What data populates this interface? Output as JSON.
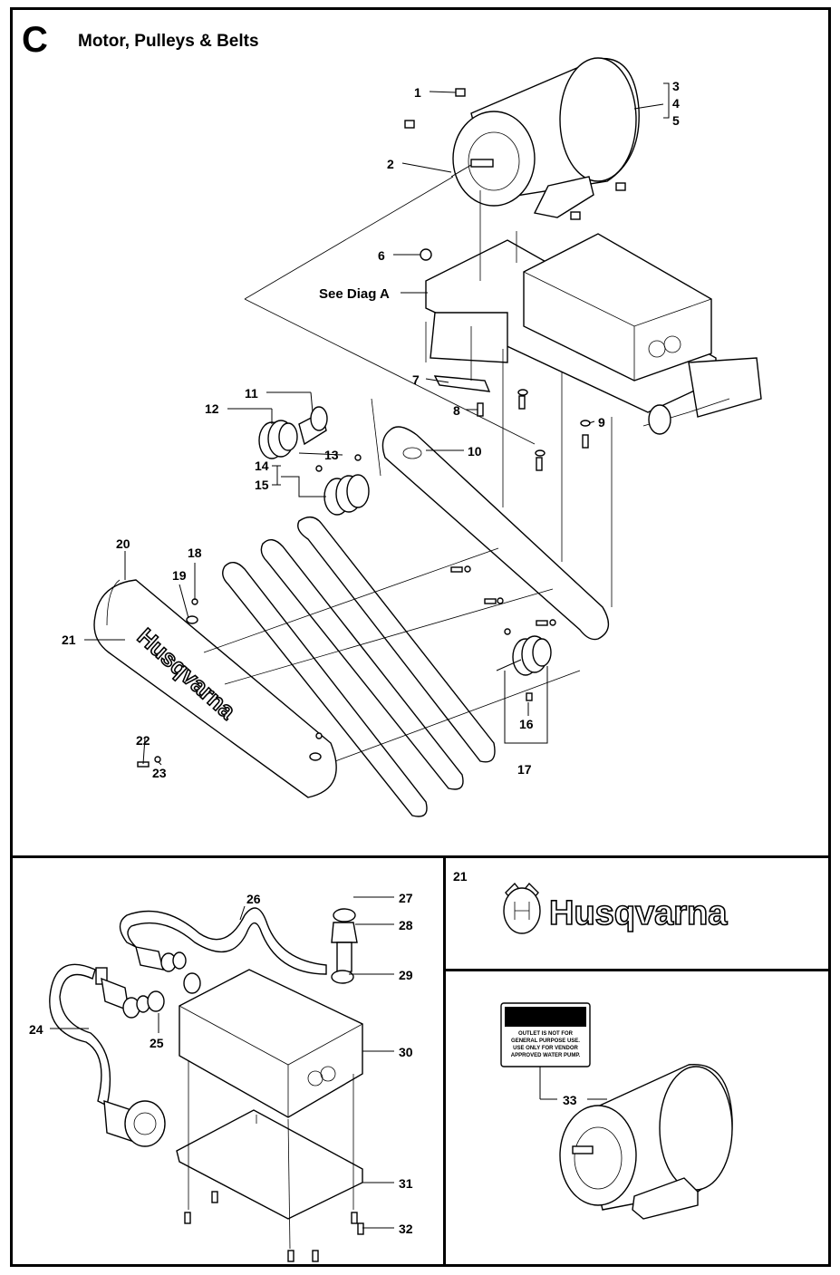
{
  "header": {
    "section_letter": "C",
    "title": "Motor, Pulleys & Belts"
  },
  "reference_note": "See Diag A",
  "callouts": {
    "c1": "1",
    "c2": "2",
    "c3": "3",
    "c4": "4",
    "c5": "5",
    "c6": "6",
    "c7": "7",
    "c8": "8",
    "c9": "9",
    "c10": "10",
    "c11": "11",
    "c12": "12",
    "c13": "13",
    "c14": "14",
    "c15": "15",
    "c16": "16",
    "c17": "17",
    "c18": "18",
    "c19": "19",
    "c20": "20",
    "c21": "21",
    "c22": "22",
    "c23": "23",
    "c24": "24",
    "c25": "25",
    "c26": "26",
    "c27": "27",
    "c28": "28",
    "c29": "29",
    "c30": "30",
    "c31": "31",
    "c32": "32",
    "c33": "33"
  },
  "logo_panel": {
    "callout": "21",
    "brand": "Husqvarna"
  },
  "decal": {
    "lines": [
      "OUTLET IS NOT FOR",
      "GENERAL PURPOSE USE.",
      "USE ONLY FOR VENDOR",
      "APPROVED WATER PUMP."
    ]
  },
  "belt_cover_brand": "Husqvarna"
}
